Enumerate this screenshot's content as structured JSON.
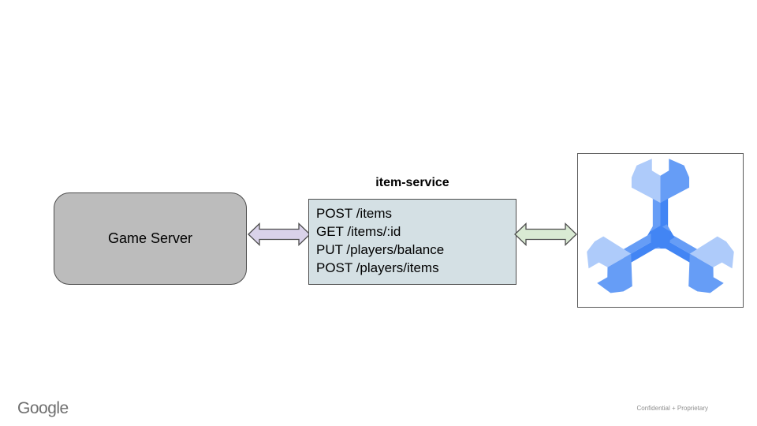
{
  "diagram": {
    "nodes": {
      "game_server": {
        "label": "Game Server"
      },
      "item_service": {
        "title": "item-service",
        "endpoints": [
          "POST /items",
          "GET /items/:id",
          "PUT /players/balance",
          "POST /players/items"
        ]
      },
      "database": {
        "icon": "cloud-spanner-logo"
      }
    },
    "connectors": [
      {
        "name": "game-to-service-arrow",
        "type": "bidirectional"
      },
      {
        "name": "service-to-database-arrow",
        "type": "bidirectional"
      }
    ]
  },
  "footer": {
    "brand": "Google",
    "classification": "Confidential + Proprietary"
  },
  "colors": {
    "game_server_fill": "#bcbcbc",
    "service_fill": "#d4e0e4",
    "shape_border": "#4d4d4d",
    "arrow_left_fill": "#d9d2e9",
    "arrow_right_fill": "#d9ead3",
    "spanner_light": "#aecbfa",
    "spanner_medium": "#669df6",
    "spanner_dark": "#4285f4"
  }
}
